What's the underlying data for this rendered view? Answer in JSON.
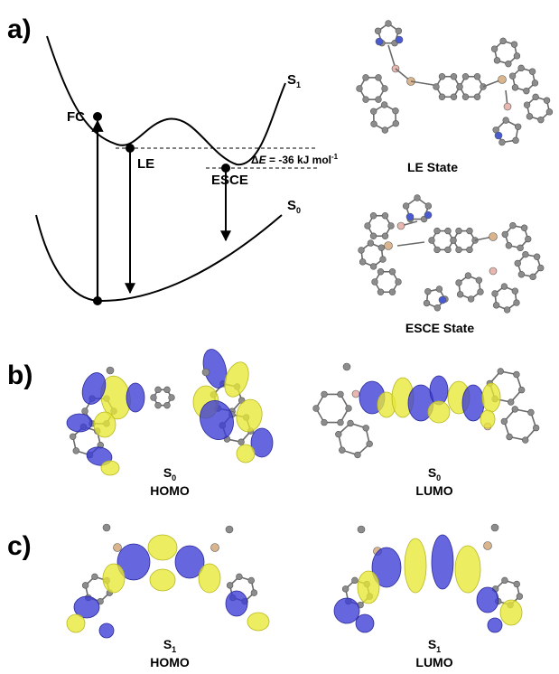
{
  "panels": {
    "a": "a)",
    "b": "b)",
    "c": "c)"
  },
  "energy_diagram": {
    "curve_s1": {
      "letter": "S",
      "sub": "1"
    },
    "curve_s0": {
      "letter": "S",
      "sub": "0"
    },
    "points": {
      "fc": "FC",
      "le": "LE",
      "esce": "ESCE"
    },
    "delta_e": {
      "prefix": "Δ",
      "var": "E",
      "value": " = -36 kJ mol",
      "exp": "-1"
    }
  },
  "structures": {
    "le_caption": "LE State",
    "esce_caption": "ESCE State"
  },
  "orbitals": {
    "b_left": {
      "state_letter": "S",
      "state_sub": "0",
      "orbital": "HOMO"
    },
    "b_right": {
      "state_letter": "S",
      "state_sub": "0",
      "orbital": "LUMO"
    },
    "c_left": {
      "state_letter": "S",
      "state_sub": "1",
      "orbital": "HOMO"
    },
    "c_right": {
      "state_letter": "S",
      "state_sub": "1",
      "orbital": "LUMO"
    }
  },
  "colors": {
    "lobe_blue": "#3b3bd6",
    "lobe_yellow": "#e8e836",
    "atom_grey": "#8c8c8c",
    "bond_grey": "#6a6a6a",
    "atom_boron": "#e8b8b0",
    "atom_silicon": "#d9b48c",
    "atom_nitrogen": "#4a5ad0"
  }
}
